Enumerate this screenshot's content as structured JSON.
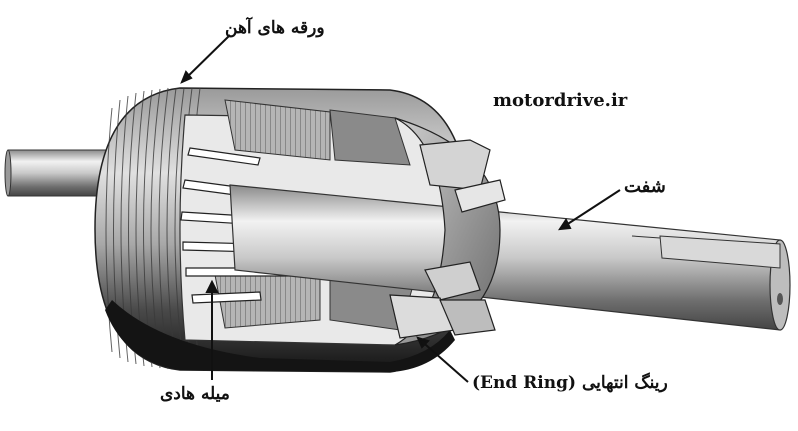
{
  "labels": {
    "iron_laminations": "ورقه های آهن",
    "website": "motordrive.ir",
    "shaft": "شفت",
    "conductor_bars": "میله هادی",
    "end_ring": "رینگ انتهایی (End Ring)"
  },
  "colors": {
    "background": "#ffffff",
    "text": "#111111",
    "metal_light": "#e6e6e6",
    "metal_mid": "#a9a9a9",
    "metal_dark": "#3c3c3c",
    "core_black": "#151515"
  }
}
